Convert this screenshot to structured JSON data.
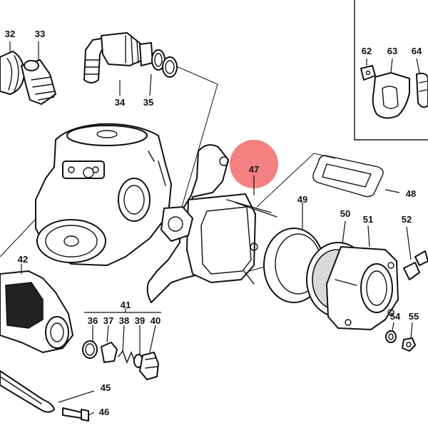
{
  "labels": {
    "l32": "32",
    "l33": "33",
    "l34": "34",
    "l35": "35",
    "l36": "36",
    "l37": "37",
    "l38": "38",
    "l39": "39",
    "l40": "40",
    "l41": "41",
    "l42": "42",
    "l45": "45",
    "l46": "46",
    "l47": "47",
    "l48": "48",
    "l49": "49",
    "l50": "50",
    "l51": "51",
    "l52": "52",
    "l54": "54",
    "l55": "55",
    "l62": "62",
    "l63": "63",
    "l64": "64"
  },
  "highlight": {
    "label": "47",
    "color": "#f26a6a"
  }
}
